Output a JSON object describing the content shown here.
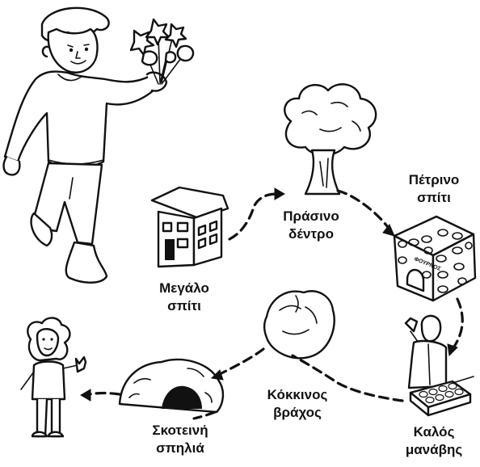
{
  "places": {
    "big_house": {
      "line1": "Μεγάλο",
      "line2": "σπίτι"
    },
    "green_tree": {
      "line1": "Πράσινο",
      "line2": "δέντρο"
    },
    "stone_house": {
      "line1": "Πέτρινο",
      "line2": "σπίτι",
      "sign": "ΦΟΥΡΝΟΣ"
    },
    "good_grocer": {
      "line1": "Καλός",
      "line2": "μανάβης"
    },
    "red_rock": {
      "line1": "Κόκκινος",
      "line2": "βράχος"
    },
    "dark_cave": {
      "line1": "Σκοτεινή",
      "line2": "σπηλιά"
    }
  }
}
